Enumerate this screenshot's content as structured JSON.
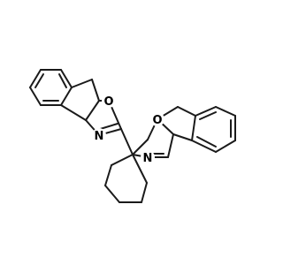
{
  "molecule": {
    "atoms": {
      "o_left": "O",
      "n_left": "N",
      "o_right": "O",
      "n_right": "N"
    },
    "colors": {
      "bond": "#1a1a1a",
      "label": "#000000",
      "background": "#ffffff"
    }
  }
}
